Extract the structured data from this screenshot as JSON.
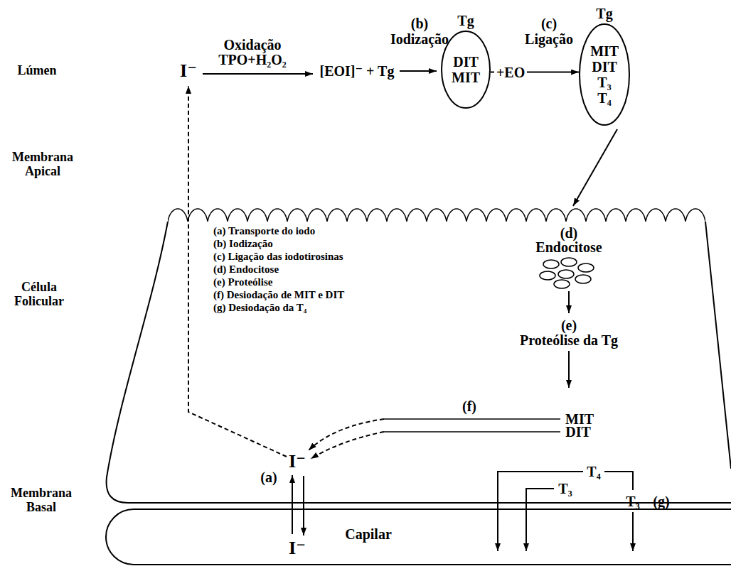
{
  "diagram": {
    "nodes": [
      {
        "text": [
          "Tg",
          "DIT MIT"
        ]
      },
      {
        "text": [
          "Tg",
          "MIT DIT T₃ T₄"
        ]
      },
      {
        "text": [
          "Capilar",
          "I⁻"
        ]
      }
    ],
    "edges": [
      {
        "from": 0,
        "to": 1,
        "arrow": "to",
        "label": "+EO"
      }
    ],
    "labels": [
      "Lúmen",
      "I⁻",
      "Oxidação",
      "TPO+H₂O₂",
      "(b)",
      "Iodização",
      "[EOI]⁻ + Tg",
      "(c)",
      "Ligação",
      "Membrana Apical",
      "(d)",
      "Endocitose",
      "(a) Transporte do iodo",
      "(b) Iodização",
      "(c) Ligação das iodotirosinas",
      "(d) Endocitose",
      "(e) Proteólise",
      "(f) Desiodação de MIT e DIT",
      "(g) Desiodação da T₄",
      "Célula Folicular",
      "(e)",
      "Proteólise da Tg",
      "(f)",
      "MIT",
      "DIT",
      "I⁻",
      "T₄",
      "(a)",
      "T₃",
      "Membrana Basal",
      "T₃",
      "(g)"
    ]
  }
}
